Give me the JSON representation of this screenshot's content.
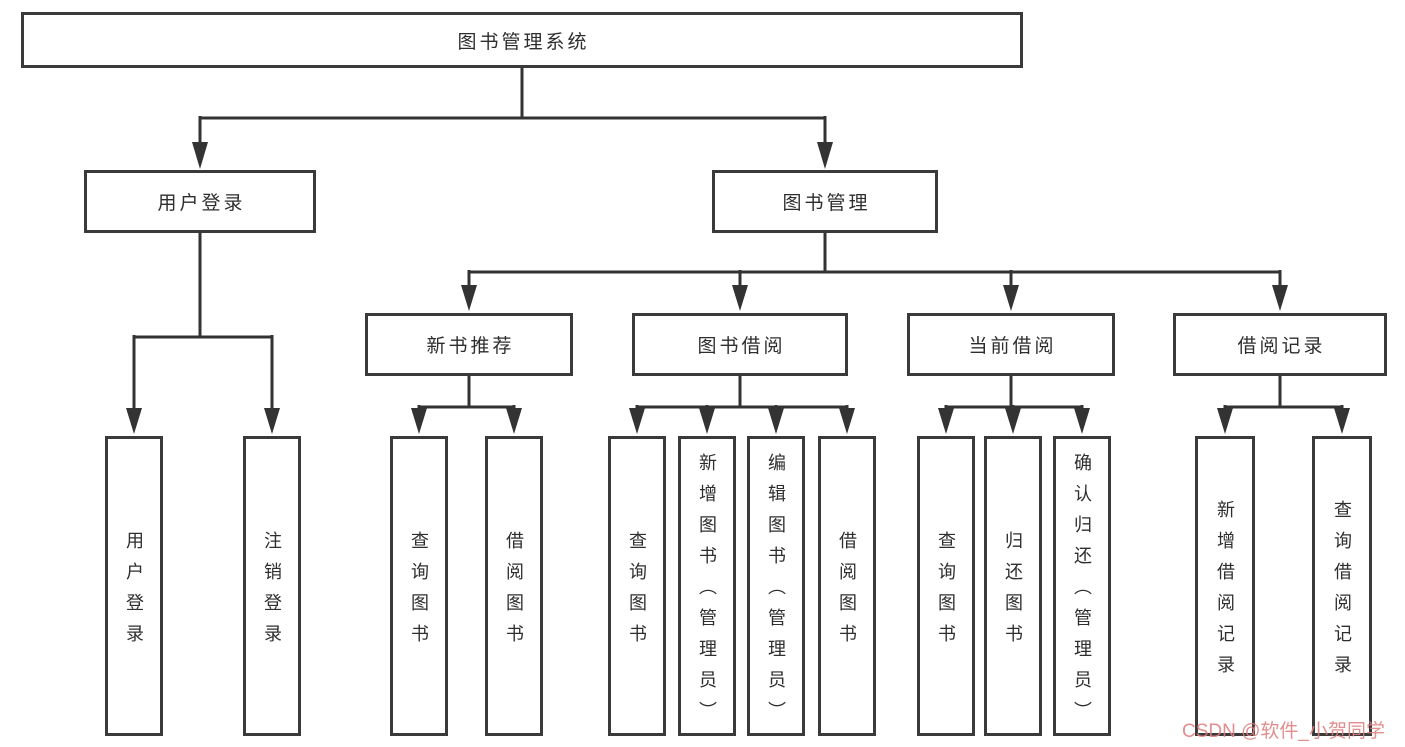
{
  "nodes": {
    "root": "图书管理系统",
    "userLogin": "用户登录",
    "bookMgmt": "图书管理",
    "loginLeaf": "用户登录",
    "logoutLeaf": "注销登录",
    "newBookRec": "新书推荐",
    "bookBorrow": "图书借阅",
    "currentBorrow": "当前借阅",
    "borrowRecord": "借阅记录",
    "nbQuery": "查询图书",
    "nbBorrow": "借阅图书",
    "bbQuery": "查询图书",
    "bbAdd": "新增图书（管理员）",
    "bbEdit": "编辑图书（管理员）",
    "bbBorrow": "借阅图书",
    "cbQuery": "查询图书",
    "cbReturn": "归还图书",
    "cbConfirm": "确认归还（管理员）",
    "brAdd": "新增借阅记录",
    "brQuery": "查询借阅记录"
  },
  "watermark": "CSDN @软件_小贺同学",
  "colors": {
    "line": "#333333",
    "border": "#3a3a3a",
    "text": "#2e2e2e",
    "watermark": "#de7e7e",
    "background": "#ffffff"
  }
}
